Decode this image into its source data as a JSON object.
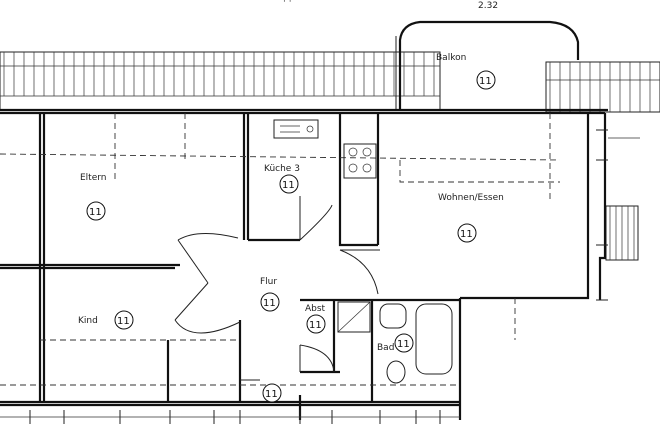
{
  "dimensions": {
    "balcony_width": "2.32"
  },
  "rooms": {
    "balkon": {
      "label": "Balkon",
      "number": "11"
    },
    "eltern": {
      "label": "Eltern",
      "number": "11"
    },
    "kueche": {
      "label": "Küche 3",
      "number": "11"
    },
    "wohnen": {
      "label": "Wohnen/Essen",
      "number": "11"
    },
    "flur": {
      "label": "Flur",
      "number": "11"
    },
    "kind": {
      "label": "Kind",
      "number": "11"
    },
    "abst": {
      "label": "Abst",
      "number": "11"
    },
    "bad": {
      "label": "Bad",
      "number": "11"
    },
    "entry": {
      "number": "11"
    }
  }
}
